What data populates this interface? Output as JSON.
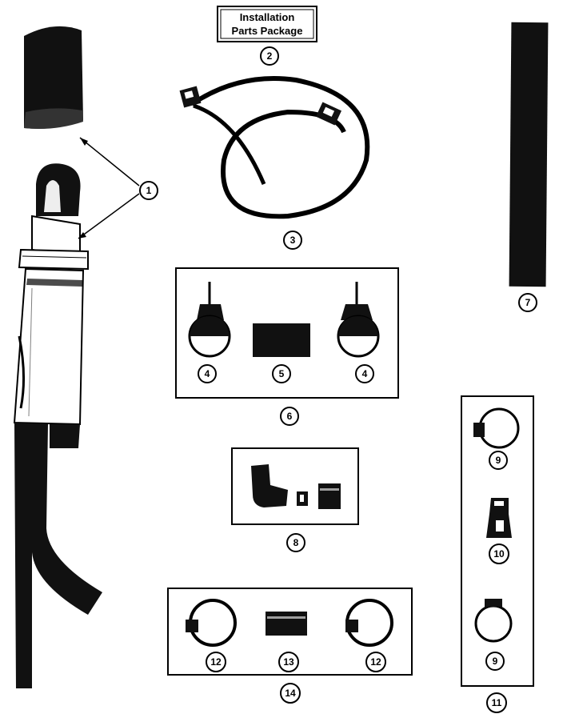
{
  "title_box": {
    "line1": "Installation",
    "line2": "Parts Package"
  },
  "callouts": {
    "c1": "1",
    "c2": "2",
    "c3": "3",
    "c4a": "4",
    "c4b": "4",
    "c5": "5",
    "c6": "6",
    "c7": "7",
    "c8": "8",
    "c9a": "9",
    "c9b": "9",
    "c10": "10",
    "c11": "11",
    "c12a": "12",
    "c12b": "12",
    "c13": "13",
    "c14": "14"
  },
  "colors": {
    "ink": "#000000",
    "paper": "#ffffff"
  }
}
